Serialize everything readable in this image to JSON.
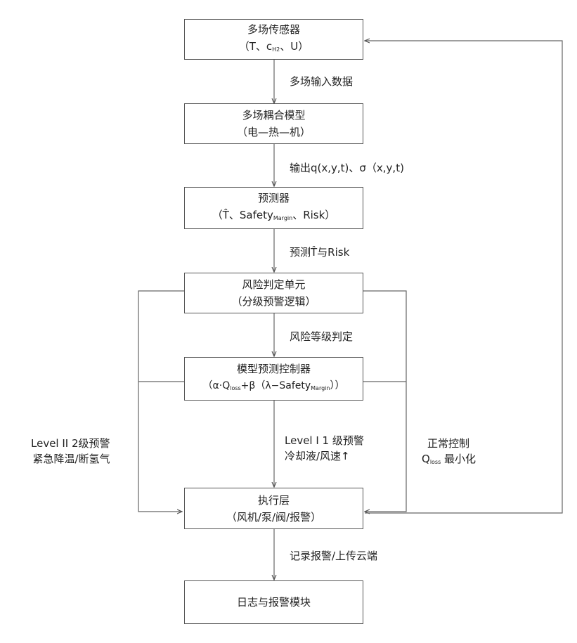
{
  "nodes": {
    "sensor": {
      "line1": "多场传感器",
      "line2_a": "（T",
      "line2_b": "、c",
      "line2_sub": "H2",
      "line2_c": "、U）"
    },
    "coupling": {
      "line1": "多场耦合模型",
      "line2": "（电—热—机）"
    },
    "predictor": {
      "line1": "预测器",
      "line2_a": "（T̂、Safety",
      "line2_sub": "Margin",
      "line2_b": "、Risk）"
    },
    "risk": {
      "line1": "风险判定单元",
      "line2": "（分级预警逻辑）"
    },
    "mpc": {
      "line1": "模型预测控制器",
      "line2_a": "（α·Q",
      "line2_sub": "loss",
      "line2_b": "+β（λ−Safety",
      "line2_sub2": "Margin",
      "line2_c": "））"
    },
    "exec": {
      "line1": "执行层",
      "line2": "（风机/泵/阀/报警）"
    },
    "log": {
      "line1": "日志与报警模块"
    }
  },
  "edges": {
    "e1": "多场输入数据",
    "e2": "输出q(x,y,t)、σ（x,y,t)",
    "e3": "预测T̂与Risk",
    "e4": "风险等级判定",
    "level1_line1": "Level I  1 级预警",
    "level1_line2": "冷却液/风速↑",
    "level2_line1": "Level II   2级预警",
    "level2_line2": "紧急降温/断氢气",
    "normal_line1": "正常控制",
    "normal_line2_sym": "Q",
    "normal_line2_sub": "loss",
    "normal_line2_rest": "最小化",
    "e_log": "记录报警/上传云端"
  }
}
